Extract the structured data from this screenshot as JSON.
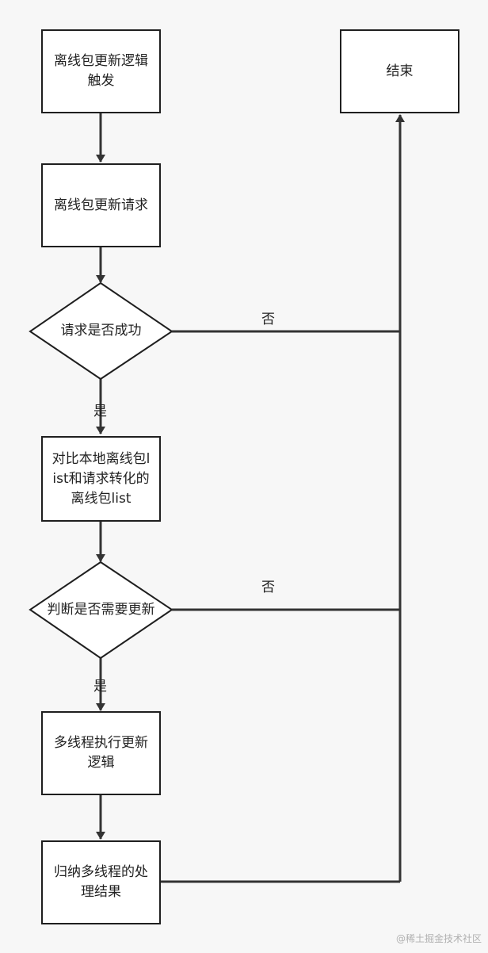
{
  "nodes": {
    "trigger": "离线包更新逻辑触发",
    "request": "离线包更新请求",
    "success_check": "请求是否成功",
    "compare": "对比本地离线包list和请求转化的离线包list",
    "need_update_check": "判断是否需要更新",
    "multithread_update": "多线程执行更新逻辑",
    "summarize": "归纳多线程的处理结果",
    "end": "结束"
  },
  "edge_labels": {
    "yes_1": "是",
    "yes_2": "是",
    "no_1": "否",
    "no_2": "否"
  },
  "watermark": "@稀土掘金技术社区",
  "colors": {
    "line": "#333333",
    "box_border": "#1f1f1f",
    "background": "#f7f7f7"
  }
}
